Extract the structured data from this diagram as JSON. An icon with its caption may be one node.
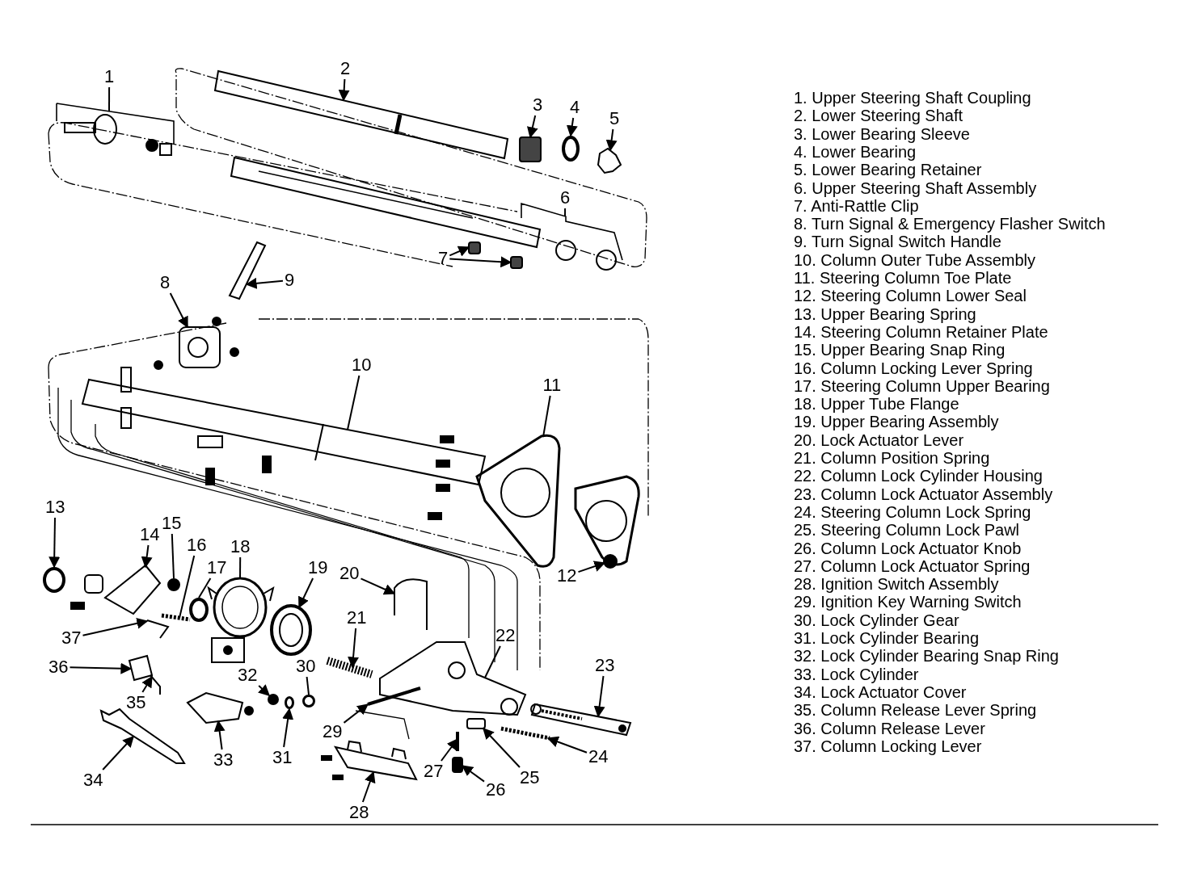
{
  "diagram": {
    "nodes": [
      {
        "text": [
          "1"
        ]
      },
      {
        "text": [
          "2"
        ]
      },
      {
        "text": [
          "3"
        ]
      },
      {
        "text": [
          "4"
        ]
      },
      {
        "text": [
          "5"
        ]
      },
      {
        "text": [
          "6"
        ]
      },
      {
        "text": [
          "7"
        ]
      },
      {
        "text": [
          "8"
        ]
      },
      {
        "text": [
          "9"
        ]
      },
      {
        "text": [
          "10"
        ]
      },
      {
        "text": [
          "11"
        ]
      },
      {
        "text": [
          "12"
        ]
      },
      {
        "text": [
          "13"
        ]
      },
      {
        "text": [
          "14"
        ]
      },
      {
        "text": [
          "15"
        ]
      },
      {
        "text": [
          "16"
        ]
      },
      {
        "text": [
          "17"
        ]
      },
      {
        "text": [
          "18"
        ]
      },
      {
        "text": [
          "19"
        ]
      },
      {
        "text": [
          "20"
        ]
      },
      {
        "text": [
          "21"
        ]
      },
      {
        "text": [
          "22"
        ]
      },
      {
        "text": [
          "23"
        ]
      },
      {
        "text": [
          "24"
        ]
      },
      {
        "text": [
          "25"
        ]
      },
      {
        "text": [
          "26"
        ]
      },
      {
        "text": [
          "27"
        ]
      },
      {
        "text": [
          "28"
        ]
      },
      {
        "text": [
          "29"
        ]
      },
      {
        "text": [
          "30"
        ]
      },
      {
        "text": [
          "31"
        ]
      },
      {
        "text": [
          "32"
        ]
      },
      {
        "text": [
          "33"
        ]
      },
      {
        "text": [
          "34"
        ]
      },
      {
        "text": [
          "35"
        ]
      },
      {
        "text": [
          "36"
        ]
      },
      {
        "text": [
          "37"
        ]
      },
      {
        "text": [],
        "shape": "picture"
      },
      {
        "text": [],
        "shape": "picture"
      },
      {
        "text": [],
        "shape": "box"
      },
      {
        "text": [],
        "shape": "circle"
      },
      {
        "text": [],
        "shape": "picture"
      },
      {
        "text": [],
        "shape": "picture"
      },
      {
        "text": [],
        "shape": "box"
      },
      {
        "text": [],
        "shape": "box"
      },
      {
        "text": [],
        "shape": "picture"
      },
      {
        "text": [],
        "shape": "picture"
      },
      {
        "text": [],
        "shape": "picture"
      },
      {
        "text": [],
        "shape": "picture"
      },
      {
        "text": [],
        "shape": "picture"
      },
      {
        "text": [],
        "shape": "circle"
      },
      {
        "text": [],
        "shape": "picture"
      },
      {
        "text": [],
        "shape": "circle"
      },
      {
        "text": [],
        "shape": "picture"
      },
      {
        "text": [],
        "shape": "circle"
      },
      {
        "text": [],
        "shape": "picture"
      },
      {
        "text": [],
        "shape": "picture"
      },
      {
        "text": [],
        "shape": "picture"
      },
      {
        "text": [],
        "shape": "picture"
      },
      {
        "text": [],
        "shape": "picture"
      },
      {
        "text": [],
        "shape": "picture"
      },
      {
        "text": [],
        "shape": "picture"
      },
      {
        "text": [],
        "shape": "box"
      },
      {
        "text": [],
        "shape": "box"
      },
      {
        "text": [],
        "shape": "picture"
      },
      {
        "text": [],
        "shape": "picture"
      },
      {
        "text": [],
        "shape": "picture"
      },
      {
        "text": [],
        "shape": "circle"
      },
      {
        "text": [],
        "shape": "circle"
      },
      {
        "text": [],
        "shape": "circle"
      },
      {
        "text": [],
        "shape": "picture"
      },
      {
        "text": [],
        "shape": "picture"
      },
      {
        "text": [],
        "shape": "picture"
      },
      {
        "text": [],
        "shape": "picture"
      },
      {
        "text": [],
        "shape": "picture"
      }
    ],
    "edges": [
      {
        "from": 0,
        "to": 37,
        "arrow": "none"
      },
      {
        "from": 1,
        "to": 38,
        "arrow": "to"
      },
      {
        "from": 2,
        "to": 39,
        "arrow": "to"
      },
      {
        "from": 3,
        "to": 40,
        "arrow": "to"
      },
      {
        "from": 4,
        "to": 41,
        "arrow": "to"
      },
      {
        "from": 5,
        "to": 42,
        "arrow": "none"
      },
      {
        "from": 6,
        "to": 43,
        "arrow": "to"
      },
      {
        "from": 6,
        "to": 44,
        "arrow": "to"
      },
      {
        "from": 7,
        "to": 45,
        "arrow": "to"
      },
      {
        "from": 8,
        "to": 46,
        "arrow": "to"
      },
      {
        "from": 9,
        "to": 47,
        "arrow": "none"
      },
      {
        "from": 10,
        "to": 48,
        "arrow": "none"
      },
      {
        "from": 11,
        "to": 49,
        "arrow": "to"
      },
      {
        "from": 12,
        "to": 50,
        "arrow": "to"
      },
      {
        "from": 13,
        "to": 51,
        "arrow": "to"
      },
      {
        "from": 14,
        "to": 52,
        "arrow": "none"
      },
      {
        "from": 15,
        "to": 53,
        "arrow": "none"
      },
      {
        "from": 16,
        "to": 54,
        "arrow": "none"
      },
      {
        "from": 17,
        "to": 55,
        "arrow": "none"
      },
      {
        "from": 18,
        "to": 56,
        "arrow": "to"
      },
      {
        "from": 19,
        "to": 57,
        "arrow": "to"
      },
      {
        "from": 20,
        "to": 58,
        "arrow": "to"
      },
      {
        "from": 21,
        "to": 59,
        "arrow": "none"
      },
      {
        "from": 22,
        "to": 60,
        "arrow": "to"
      },
      {
        "from": 23,
        "to": 61,
        "arrow": "to"
      },
      {
        "from": 24,
        "to": 62,
        "arrow": "to"
      },
      {
        "from": 25,
        "to": 63,
        "arrow": "to"
      },
      {
        "from": 26,
        "to": 64,
        "arrow": "to"
      },
      {
        "from": 27,
        "to": 65,
        "arrow": "to"
      },
      {
        "from": 28,
        "to": 66,
        "arrow": "to"
      },
      {
        "from": 29,
        "to": 67,
        "arrow": "none"
      },
      {
        "from": 30,
        "to": 68,
        "arrow": "to"
      },
      {
        "from": 31,
        "to": 69,
        "arrow": "to"
      },
      {
        "from": 32,
        "to": 70,
        "arrow": "to"
      },
      {
        "from": 33,
        "to": 71,
        "arrow": "to"
      },
      {
        "from": 34,
        "to": 72,
        "arrow": "to"
      },
      {
        "from": 35,
        "to": 73,
        "arrow": "to"
      },
      {
        "from": 36,
        "to": 74,
        "arrow": "to"
      }
    ],
    "labels": [
      "1. Upper Steering Shaft Coupling",
      "2. Lower Steering Shaft",
      "3. Lower Bearing Sleeve",
      "4. Lower Bearing",
      "5. Lower Bearing Retainer",
      "6. Upper Steering Shaft Assembly",
      "7. Anti-Rattle Clip",
      "8. Turn Signal & Emergency Flasher Switch",
      "9. Turn Signal Switch Handle",
      "10. Column Outer Tube Assembly",
      "11. Steering Column Toe Plate",
      "12. Steering Column Lower Seal",
      "13. Upper Bearing Spring",
      "14. Steering Column Retainer Plate",
      "15. Upper Bearing Snap Ring",
      "16. Column Locking Lever Spring",
      "17. Steering Column Upper Bearing",
      "18. Upper Tube Flange",
      "19. Upper Bearing Assembly",
      "20. Lock Actuator Lever",
      "21. Column Position Spring",
      "22. Column Lock Cylinder Housing",
      "23. Column Lock Actuator Assembly",
      "24. Steering Column Lock Spring",
      "25. Steering Column Lock Pawl",
      "26. Column Lock Actuator Knob",
      "27. Column Lock Actuator Spring",
      "28. Ignition Switch Assembly",
      "29. Ignition Key Warning Switch",
      "30. Lock Cylinder Gear",
      "31. Lock Cylinder Bearing",
      "32. Lock Cylinder Bearing Snap Ring",
      "33. Lock Cylinder",
      "34. Lock Actuator Cover",
      "35. Column Release Lever Spring",
      "36. Column Release Lever",
      "37. Column Locking Lever"
    ]
  }
}
